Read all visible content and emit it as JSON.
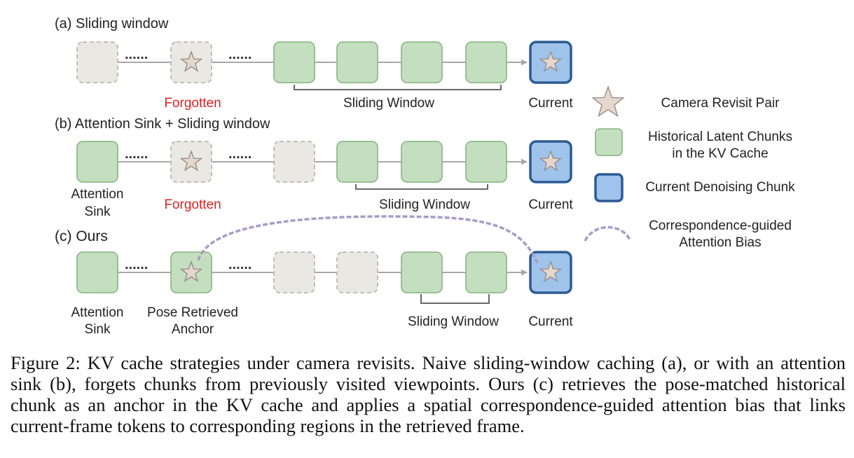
{
  "rows": {
    "a": {
      "title": "(a) Sliding window",
      "dots_1": "......",
      "dots_2": "......",
      "forgotten": "Forgotten",
      "window": "Sliding Window",
      "current": "Current"
    },
    "b": {
      "title": "(b) Attention Sink + Sliding window",
      "dots_1": "......",
      "dots_2": "......",
      "sink_1": "Attention",
      "sink_2": "Sink",
      "forgotten": "Forgotten",
      "window": "Sliding Window",
      "current": "Current"
    },
    "c": {
      "title": "(c) Ours",
      "dots_1": "......",
      "dots_2": "......",
      "sink_1": "Attention",
      "sink_2": "Sink",
      "anchor_1": "Pose Retrieved",
      "anchor_2": "Anchor",
      "window": "Sliding Window",
      "current": "Current"
    }
  },
  "legend": {
    "revisit": "Camera Revisit Pair",
    "historical_1": "Historical Latent Chunks",
    "historical_2": "in the KV Cache",
    "current": "Current Denoising Chunk",
    "bias_1": "Correspondence-guided",
    "bias_2": "Attention Bias"
  },
  "caption": "Figure 2: KV cache strategies under camera revisits. Naive sliding-window caching (a), or with an attention sink (b), forgets chunks from previously visited viewpoints. Ours (c) retrieves the pose-matched historical chunk as an anchor in the KV cache and applies a spatial correspondence-guided attention bias that links current-frame tokens to corresponding regions in the retrieved frame.",
  "colors": {
    "historical_fill": "#c4dfc0",
    "historical_stroke": "#8fbb8a",
    "forgotten_fill": "#e9e8e2",
    "forgotten_stroke": "#b9b8b0",
    "current_fill": "#9fc3ea",
    "current_stroke": "#2d5a93",
    "star_fill": "#e6d6cc",
    "star_stroke": "#8e8a86",
    "forgotten_text": "#e02020",
    "bias_curve": "#a99bc6",
    "line": "#a8a8a8"
  }
}
